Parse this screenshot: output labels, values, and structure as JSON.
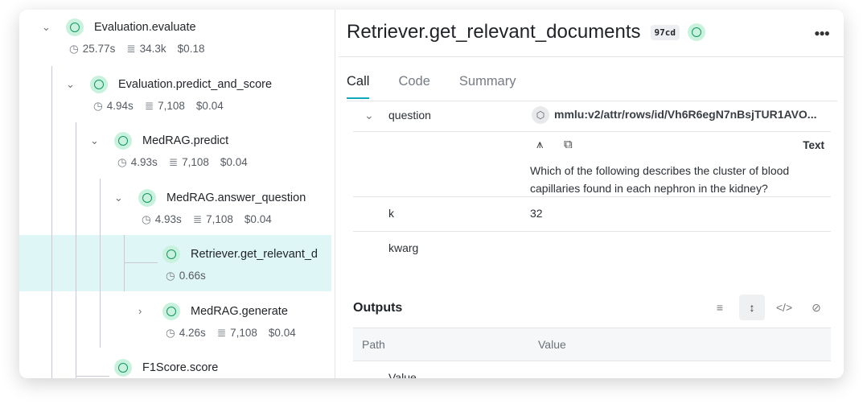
{
  "tree": [
    {
      "name": "Evaluation.evaluate",
      "time": "25.77s",
      "tokens": "34.3k",
      "cost": "$0.18",
      "chevron": "down"
    },
    {
      "name": "Evaluation.predict_and_score",
      "time": "4.94s",
      "tokens": "7,108",
      "cost": "$0.04",
      "chevron": "down"
    },
    {
      "name": "MedRAG.predict",
      "time": "4.93s",
      "tokens": "7,108",
      "cost": "$0.04",
      "chevron": "down"
    },
    {
      "name": "MedRAG.answer_question",
      "time": "4.93s",
      "tokens": "7,108",
      "cost": "$0.04",
      "chevron": "down"
    },
    {
      "name": "Retriever.get_relevant_d",
      "time": "0.66s",
      "selected": true
    },
    {
      "name": "MedRAG.generate",
      "time": "4.26s",
      "tokens": "7,108",
      "cost": "$0.04",
      "chevron": "right"
    },
    {
      "name": "F1Score.score"
    }
  ],
  "detail": {
    "title": "Retriever.get_relevant_documents",
    "badge": "97cd",
    "tabs": [
      "Call",
      "Code",
      "Summary"
    ],
    "active_tab": "Call",
    "inputs": [
      {
        "key": "question",
        "value": "mmlu:v2/attr/rows/id/Vh6R6egN7nBsjTUR1AVO...",
        "format": "Text",
        "text": "Which of the following describes the cluster of blood capillaries found in each nephron in the kidney?"
      },
      {
        "key": "k",
        "value": "32"
      },
      {
        "key": "kwarg",
        "value": ""
      }
    ],
    "outputs_label": "Outputs",
    "table_headers": [
      "Path",
      "Value"
    ],
    "first_row": "Value"
  },
  "colors": {
    "accent": "#13a9ba",
    "success": "#14955f",
    "selected": "#dff6f7"
  }
}
